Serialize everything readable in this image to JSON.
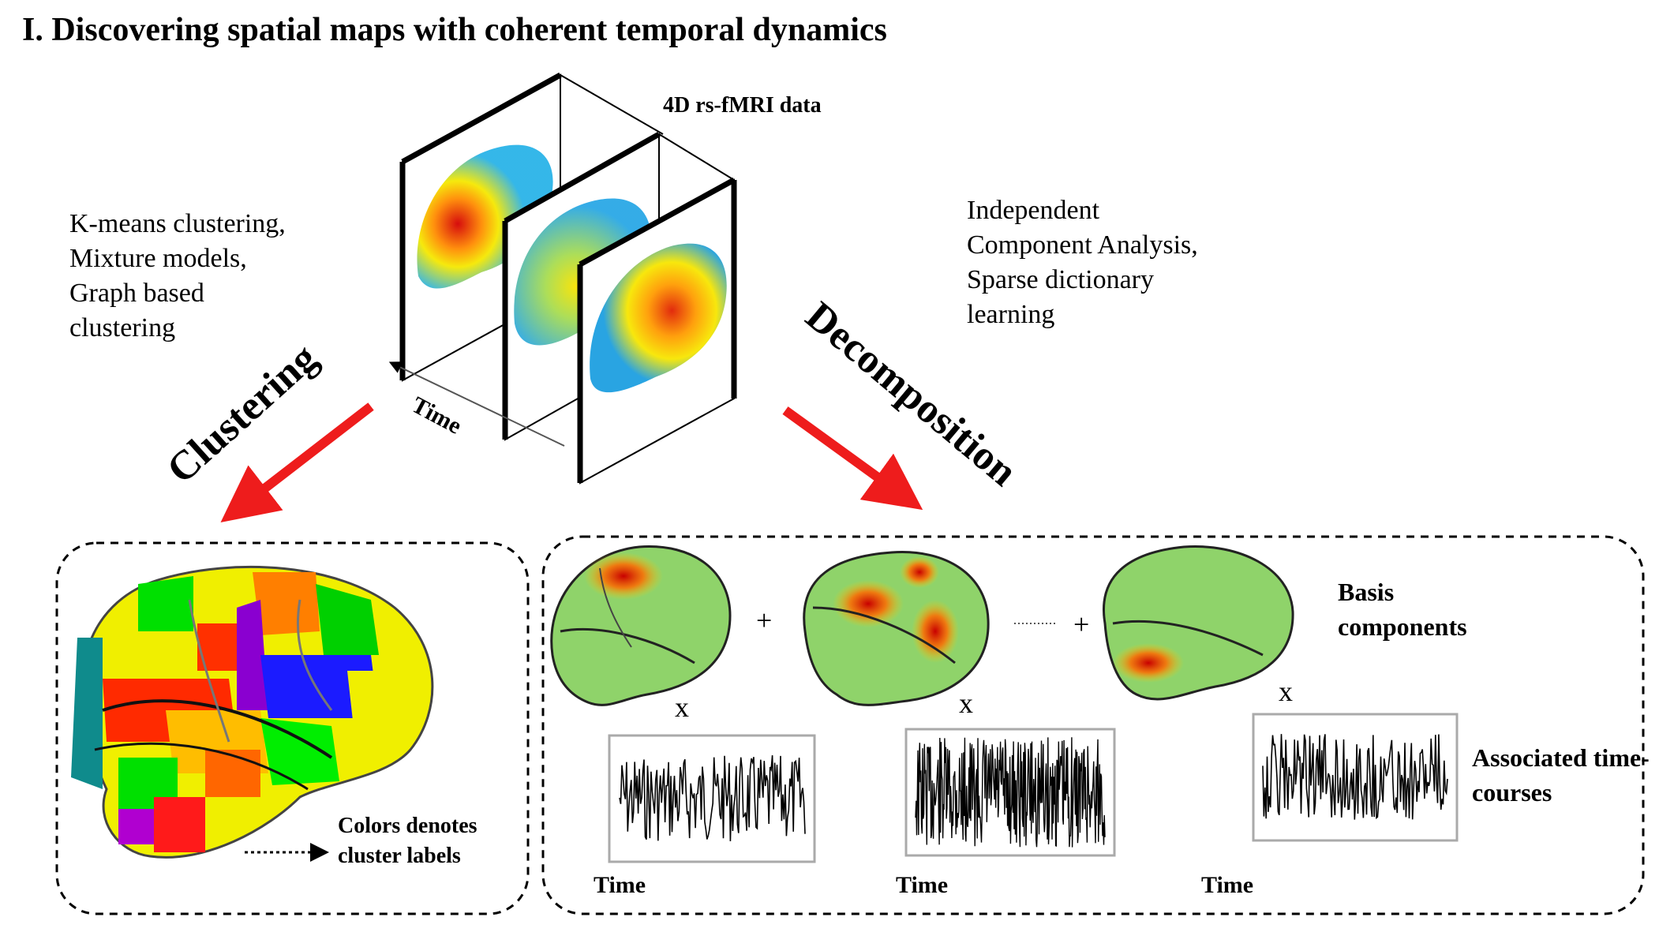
{
  "title": "I. Discovering spatial maps with coherent temporal dynamics",
  "data_label": "4D rs-fMRI data",
  "time_axis_label": "Time",
  "left_methods": "K-means clustering, Mixture models, Graph based clustering",
  "right_methods": "Independent Component Analysis, Sparse dictionary learning",
  "clustering_label": "Clustering",
  "decomposition_label": "Decomposition",
  "clustering_panel": {
    "note": "Colors denotes cluster labels"
  },
  "decomposition_panel": {
    "basis_label": "Basis components",
    "timecourse_label": "Associated time-courses",
    "plus": "+",
    "multiply": "x",
    "time_labels": [
      "Time",
      "Time",
      "Time"
    ]
  },
  "colors": {
    "arrow": "#ee1c1c",
    "brain_green": "#8fd36a"
  }
}
